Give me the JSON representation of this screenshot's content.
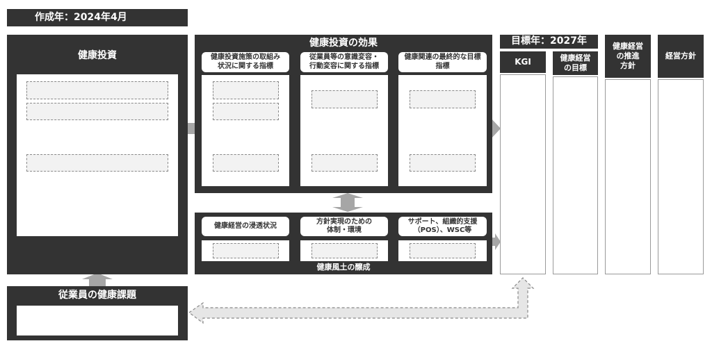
{
  "created_year": "作成年：2024年4月",
  "health_investment": {
    "title": "健康投資"
  },
  "employee_issues": {
    "title": "従業員の健康課題"
  },
  "effects": {
    "title": "健康投資の効果",
    "columns": [
      "健康投資施策の取組み\n状況に関する指標",
      "従業員等の意識変容・\n行動変容に関する指標",
      "健康関連の最終的な目標\n指標"
    ]
  },
  "culture": {
    "title": "健康風土の醸成",
    "columns": [
      "健康経営の浸透状況",
      "方針実現のための\n体制・環境",
      "サポート、組織的支援\n（POS）、WSC等"
    ]
  },
  "target_year": "目標年：2027年",
  "right_columns": [
    "KGI",
    "健康経営\nの目標",
    "健康経営\nの推進\n方針",
    "経営方針"
  ]
}
